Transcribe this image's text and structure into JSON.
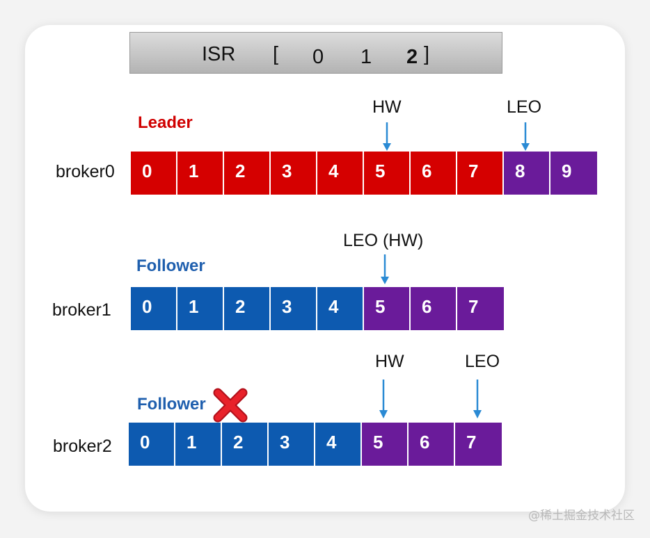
{
  "isr": {
    "label": "ISR",
    "open_bracket": "[",
    "replicas": [
      "0",
      "1",
      "2"
    ],
    "close_bracket": "]"
  },
  "colors": {
    "leader": "#d50000",
    "follower": "#0d5ab0",
    "uncommitted": "#6a1b9a",
    "arrow": "#2a8ad4",
    "cross": "#e8212a"
  },
  "brokers": [
    {
      "label": "broker0",
      "role": "Leader",
      "cells": [
        {
          "text": "0",
          "state": "leader"
        },
        {
          "text": "1",
          "state": "leader"
        },
        {
          "text": "2",
          "state": "leader"
        },
        {
          "text": "3",
          "state": "leader"
        },
        {
          "text": "4",
          "state": "leader"
        },
        {
          "text": "5",
          "state": "leader"
        },
        {
          "text": "6",
          "state": "leader"
        },
        {
          "text": "7",
          "state": "leader"
        },
        {
          "text": "8",
          "state": "uncommitted"
        },
        {
          "text": "9",
          "state": "uncommitted"
        }
      ],
      "markers": [
        "HW",
        "LEO"
      ]
    },
    {
      "label": "broker1",
      "role": "Follower",
      "cells": [
        {
          "text": "0",
          "state": "follower"
        },
        {
          "text": "1",
          "state": "follower"
        },
        {
          "text": "2",
          "state": "follower"
        },
        {
          "text": "3",
          "state": "follower"
        },
        {
          "text": "4",
          "state": "follower"
        },
        {
          "text": "5",
          "state": "uncommitted"
        },
        {
          "text": "6",
          "state": "uncommitted"
        },
        {
          "text": "7",
          "state": "uncommitted"
        }
      ],
      "markers": [
        "LEO  (HW)"
      ]
    },
    {
      "label": "broker2",
      "role": "Follower",
      "failed": true,
      "cells": [
        {
          "text": "0",
          "state": "follower"
        },
        {
          "text": "1",
          "state": "follower"
        },
        {
          "text": "2",
          "state": "follower"
        },
        {
          "text": "3",
          "state": "follower"
        },
        {
          "text": "4",
          "state": "follower"
        },
        {
          "text": "5",
          "state": "uncommitted"
        },
        {
          "text": "6",
          "state": "uncommitted"
        },
        {
          "text": "7",
          "state": "uncommitted"
        }
      ],
      "markers": [
        "HW",
        "LEO"
      ]
    }
  ],
  "watermark": "@稀土掘金技术社区"
}
